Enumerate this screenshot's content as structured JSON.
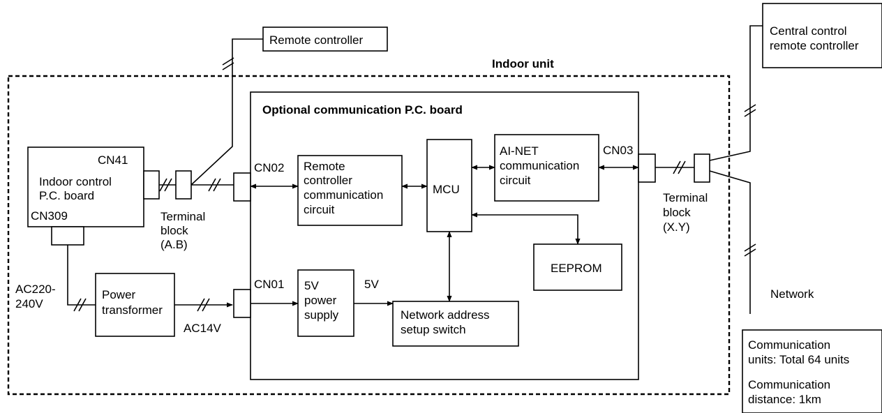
{
  "indoor_unit": {
    "title": "Indoor unit"
  },
  "remote_controller": {
    "label": "Remote controller"
  },
  "central_controller": {
    "line1": "Central control",
    "line2": "remote controller"
  },
  "optional_board": {
    "title": "Optional communication P.C. board"
  },
  "indoor_pcb": {
    "connector_top": "CN41",
    "line1": "Indoor control",
    "line2": "P.C. board",
    "connector_bottom": "CN309"
  },
  "terminal_ab": {
    "line1": "Terminal",
    "line2": "block",
    "line3": "(A.B)"
  },
  "terminal_xy": {
    "line1": "Terminal",
    "line2": "block",
    "line3": "(X.Y)"
  },
  "connectors": {
    "cn02": "CN02",
    "cn01": "CN01",
    "cn03": "CN03"
  },
  "remote_comm_circuit": {
    "line1": "Remote",
    "line2": "controller",
    "line3": "communication",
    "line4": "circuit"
  },
  "mcu": {
    "label": "MCU"
  },
  "ainet_circuit": {
    "line1": "AI-NET",
    "line2": "communication",
    "line3": "circuit"
  },
  "eeprom": {
    "label": "EEPROM"
  },
  "power_supply": {
    "line1": "5V",
    "line2": "power",
    "line3": "supply",
    "output_label": "5V"
  },
  "network_switch": {
    "line1": "Network address",
    "line2": "setup switch"
  },
  "power_transformer": {
    "line1": "Power",
    "line2": "transformer",
    "output_label": "AC14V"
  },
  "mains_input": {
    "line1": "AC220-",
    "line2": "240V"
  },
  "network": {
    "label": "Network"
  },
  "info_box": {
    "units_line1": "Communication",
    "units_line2": "units: Total 64 units",
    "distance_line1": "Communication",
    "distance_line2": "distance: 1km"
  }
}
